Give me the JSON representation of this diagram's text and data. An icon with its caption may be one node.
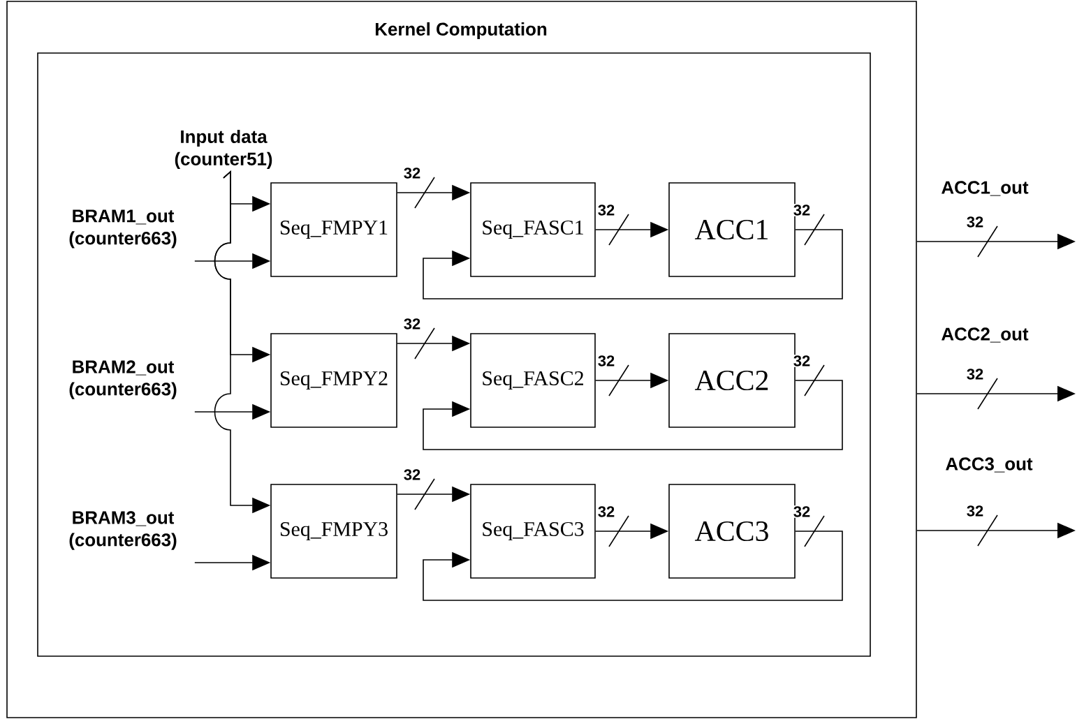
{
  "diagram": {
    "nodes": [
      {
        "text": [
          "Kernel Computation"
        ]
      },
      {
        "text": [],
        "shape": "box",
        "in": 0
      },
      {
        "text": [
          "Input data (counter51)"
        ],
        "in": 1
      },
      {
        "text": [
          "BRAM1_out (counter663)"
        ],
        "in": 1
      },
      {
        "text": [
          "BRAM2_out (counter663)"
        ],
        "in": 1
      },
      {
        "text": [
          "BRAM3_out (counter663)"
        ],
        "in": 1
      },
      {
        "text": [
          "Seq_FMPY1"
        ],
        "in": 1
      },
      {
        "text": [
          "Seq_FASC1"
        ],
        "in": 1
      },
      {
        "text": [
          "ACC1"
        ],
        "in": 1
      },
      {
        "text": [
          "Seq_FMPY2"
        ],
        "in": 1
      },
      {
        "text": [
          "Seq_FASC2"
        ],
        "in": 1
      },
      {
        "text": [
          "ACC2"
        ],
        "in": 1
      },
      {
        "text": [
          "Seq_FMPY3"
        ],
        "in": 1
      },
      {
        "text": [
          "Seq_FASC3"
        ],
        "in": 1
      },
      {
        "text": [
          "ACC3"
        ],
        "in": 1
      }
    ],
    "edges": [
      {
        "from": 2,
        "to": 6,
        "arrow": "to"
      },
      {
        "from": 3,
        "to": 6,
        "arrow": "to"
      },
      {
        "from": 6,
        "to": 7,
        "arrow": "to",
        "label": "32"
      },
      {
        "from": 7,
        "to": 8,
        "arrow": "to",
        "label": "32"
      },
      {
        "from": 8,
        "to": 7,
        "arrow": "to",
        "label": "32"
      },
      {
        "from": 2,
        "to": 9,
        "arrow": "to"
      },
      {
        "from": 4,
        "to": 9,
        "arrow": "to"
      },
      {
        "from": 9,
        "to": 10,
        "arrow": "to",
        "label": "32"
      },
      {
        "from": 10,
        "to": 11,
        "arrow": "to",
        "label": "32"
      },
      {
        "from": 11,
        "to": 10,
        "arrow": "to",
        "label": "32"
      },
      {
        "from": 2,
        "to": 12,
        "arrow": "to"
      },
      {
        "from": 5,
        "to": 12,
        "arrow": "to"
      },
      {
        "from": 12,
        "to": 13,
        "arrow": "to",
        "label": "32"
      },
      {
        "from": 13,
        "to": 14,
        "arrow": "to",
        "label": "32"
      },
      {
        "from": 14,
        "to": 13,
        "arrow": "to",
        "label": "32"
      },
      {
        "from": 0,
        "to": null,
        "arrow": "to",
        "label": "32"
      },
      {
        "from": 0,
        "to": null,
        "arrow": "to",
        "label": "32"
      },
      {
        "from": 0,
        "to": null,
        "arrow": "to",
        "label": "32"
      }
    ],
    "labels": [
      "ACC1_out",
      "ACC2_out",
      "ACC3_out"
    ]
  }
}
